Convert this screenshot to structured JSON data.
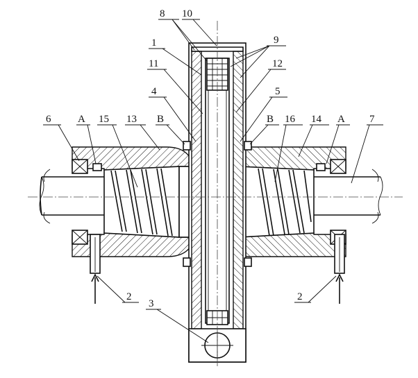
{
  "diagram": {
    "labels": {
      "l1": "1",
      "l2a": "2",
      "l2b": "2",
      "l3": "3",
      "l4": "4",
      "l5": "5",
      "l6": "6",
      "l7": "7",
      "l8": "8",
      "l9": "9",
      "l10": "10",
      "l11": "11",
      "l12": "12",
      "l13": "13",
      "l14": "14",
      "l15": "15",
      "l16": "16",
      "lAleft": "A",
      "lAright": "A",
      "lBleft": "B",
      "lBright": "B"
    }
  }
}
